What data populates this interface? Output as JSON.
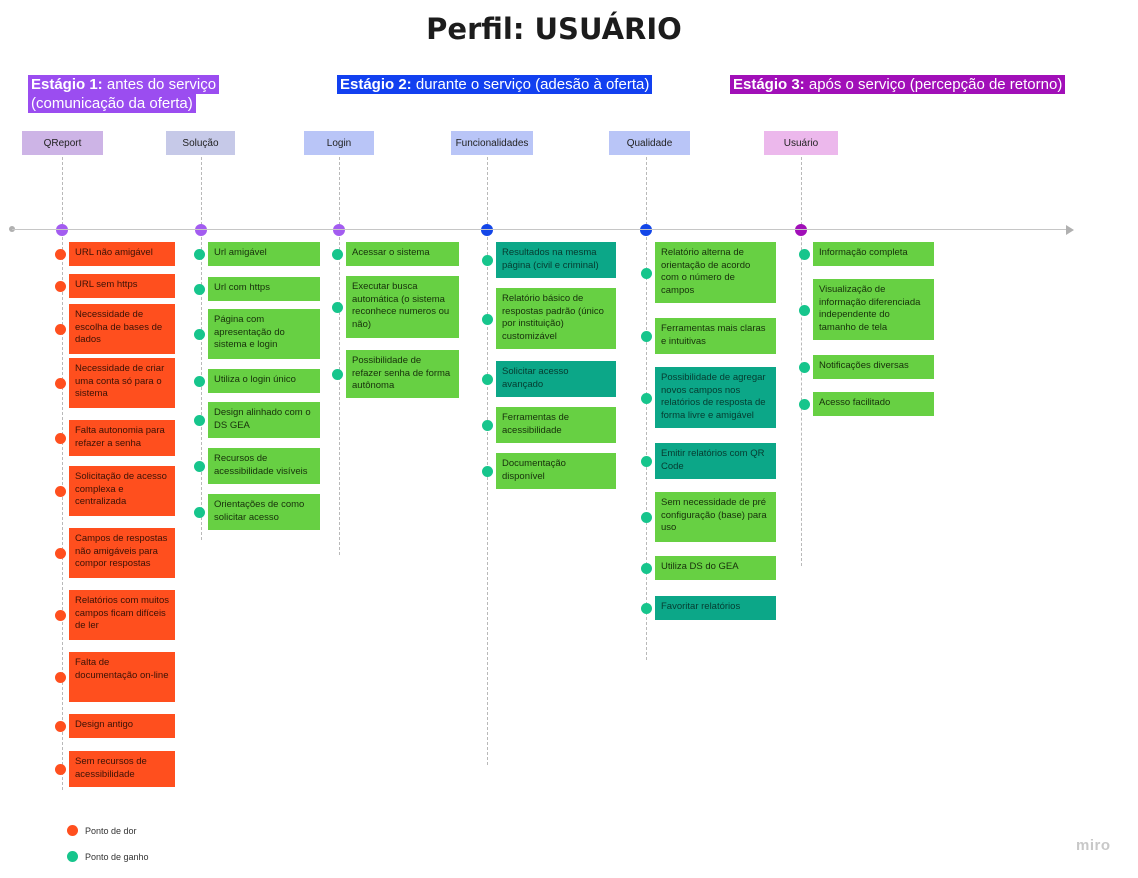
{
  "title": "Perfil: USUÁRIO",
  "colors": {
    "stage1": "#9b4df0",
    "stage2": "#1240f0",
    "stage3": "#a10fb8",
    "pain": "#ff4f1e",
    "gain": "#16c58c",
    "card_green": "#67d043",
    "card_teal": "#0ca788"
  },
  "stages": [
    {
      "bold": "Estágio 1:",
      "text": " antes do serviço",
      "line2": "(comunicação da oferta)"
    },
    {
      "bold": "Estágio 2:",
      "text": " durante o serviço (adesão à oferta)"
    },
    {
      "bold": "Estágio 3:",
      "text": " após o serviço (percepção de retorno)"
    }
  ],
  "columns": [
    {
      "header": "QReport",
      "header_bg": "#cdb4e6",
      "dot_color": "#a35cf0",
      "cards": [
        {
          "text": "URL não amigável",
          "type": "red",
          "dot": "red"
        },
        {
          "text": "URL sem https",
          "type": "red",
          "dot": "red"
        },
        {
          "text": "Necessidade de escolha de bases de dados",
          "type": "red",
          "dot": "red"
        },
        {
          "text": "Necessidade de criar uma conta só para o sistema",
          "type": "red",
          "dot": "red"
        },
        {
          "text": "Falta autonomia para refazer a senha",
          "type": "red",
          "dot": "red"
        },
        {
          "text": "Solicitação de acesso complexa e centralizada",
          "type": "red",
          "dot": "red"
        },
        {
          "text": "Campos de respostas não amigáveis para compor respostas",
          "type": "red",
          "dot": "red"
        },
        {
          "text": "Relatórios com muitos campos ficam difíceis de ler",
          "type": "red",
          "dot": "red"
        },
        {
          "text": "Falta de documentação on-line",
          "type": "red",
          "dot": "red"
        },
        {
          "text": "Design antigo",
          "type": "red",
          "dot": "red"
        },
        {
          "text": "Sem recursos de acessibilidade",
          "type": "red",
          "dot": "red"
        }
      ]
    },
    {
      "header": "Solução",
      "header_bg": "#c6c9e8",
      "dot_color": "#a35cf0",
      "cards": [
        {
          "text": "Url amigável",
          "type": "green",
          "dot": "green"
        },
        {
          "text": "Url com https",
          "type": "green",
          "dot": "green"
        },
        {
          "text": "Página com apresentação do sistema e login",
          "type": "green",
          "dot": "green"
        },
        {
          "text": "Utiliza o login único",
          "type": "green",
          "dot": "green"
        },
        {
          "text": "Design alinhado com o DS GEA",
          "type": "green",
          "dot": "green"
        },
        {
          "text": "Recursos de acessibilidade visíveis",
          "type": "green",
          "dot": "green"
        },
        {
          "text": "Orientações de como solicitar acesso",
          "type": "green",
          "dot": "green"
        }
      ]
    },
    {
      "header": "Login",
      "header_bg": "#b9c5f7",
      "dot_color": "#a35cf0",
      "cards": [
        {
          "text": "Acessar o sistema",
          "type": "green",
          "dot": "green"
        },
        {
          "text": "Executar busca automática (o sistema reconhece numeros ou não)",
          "type": "green",
          "dot": "green"
        },
        {
          "text": "Possibilidade de refazer senha de forma autônoma",
          "type": "green",
          "dot": "green"
        }
      ]
    },
    {
      "header": "Funcionalidades",
      "header_bg": "#b9c5f7",
      "dot_color": "#1346e8",
      "cards": [
        {
          "text": "Resultados na mesma página (civil e criminal)",
          "type": "teal",
          "dot": "green"
        },
        {
          "text": "Relatório básico de respostas padrão (único por instituição) customizável",
          "type": "green",
          "dot": "green"
        },
        {
          "text": "Solicitar acesso avançado",
          "type": "teal",
          "dot": "green"
        },
        {
          "text": "Ferramentas de acessibilidade",
          "type": "green",
          "dot": "green"
        },
        {
          "text": "Documentação disponível",
          "type": "green",
          "dot": "green"
        }
      ]
    },
    {
      "header": "Qualidade",
      "header_bg": "#b9c5f7",
      "dot_color": "#1346e8",
      "cards": [
        {
          "text": "Relatório alterna de orientação de acordo com o número de campos",
          "type": "green",
          "dot": "green"
        },
        {
          "text": "Ferramentas mais claras e intuitivas",
          "type": "green",
          "dot": "green"
        },
        {
          "text": "Possibilidade de agregar novos campos nos relatórios de resposta de forma livre e amigável",
          "type": "teal",
          "dot": "green"
        },
        {
          "text": "Emitir relatórios com QR Code",
          "type": "teal",
          "dot": "green"
        },
        {
          "text": "Sem necessidade de pré configuração (base) para uso",
          "type": "green",
          "dot": "green"
        },
        {
          "text": "Utiliza DS do GEA",
          "type": "green",
          "dot": "green"
        },
        {
          "text": "Favoritar relatórios",
          "type": "teal",
          "dot": "green"
        }
      ]
    },
    {
      "header": "Usuário",
      "header_bg": "#ecb8ec",
      "dot_color": "#a10fb8",
      "cards": [
        {
          "text": "Informação completa",
          "type": "green",
          "dot": "green"
        },
        {
          "text": "Visualização de informação diferenciada independente do tamanho de tela",
          "type": "green",
          "dot": "green"
        },
        {
          "text": "Notificações diversas",
          "type": "green",
          "dot": "green"
        },
        {
          "text": "Acesso facilitado",
          "type": "green",
          "dot": "green"
        }
      ]
    }
  ],
  "legend": {
    "pain_label": "Ponto de dor",
    "gain_label": "Ponto de ganho"
  },
  "brand": "miro"
}
